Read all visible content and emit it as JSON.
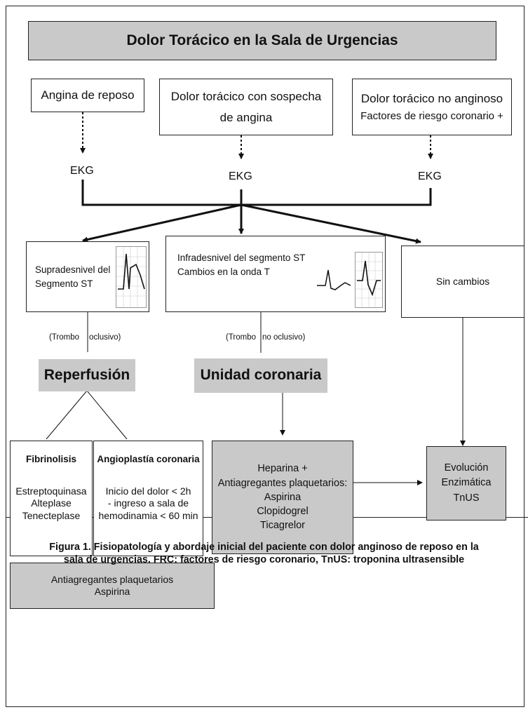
{
  "title": "Dolor Torácico en la Sala de Urgencias",
  "presentations": {
    "angina_reposo": "Angina de reposo",
    "sospecha_line1": "Dolor torácico con sospecha",
    "sospecha_line2": "de angina",
    "no_anginoso_line1": "Dolor torácico no anginoso",
    "no_anginoso_line2": "Factores de riesgo coronario +"
  },
  "ekg_label": "EKG",
  "findings": {
    "supra_line1": "Supradesnivel del",
    "supra_line2": "Segmento ST",
    "infra_line1": "Infradesnivel del segmento ST",
    "infra_line2": "Cambios en la onda T",
    "sin_cambios": "Sin cambios"
  },
  "thrombus": {
    "oclusivo_a": "(Trombo",
    "oclusivo_b": "oclusivo)",
    "no_oclusivo_a": "(Trombo",
    "no_oclusivo_b": "no oclusivo)"
  },
  "management": {
    "reperfusion": "Reperfusión",
    "unidad_coronaria": "Unidad coronaria"
  },
  "fibrinolisis": {
    "heading": "Fibrinolisis",
    "items": [
      "Estreptoquinasa",
      "Alteplase",
      "Tenecteplase"
    ]
  },
  "angioplastia": {
    "heading": "Angioplastía coronaria",
    "items": [
      "Inicio del dolor < 2h",
      "- ingreso a sala de",
      "hemodinamia < 60 min"
    ]
  },
  "antiagregantes_box": {
    "line1": "Antiagregantes plaquetarios",
    "line2": "Aspirina"
  },
  "heparina_box": {
    "items": [
      "Heparina +",
      "Antiagregantes plaquetarios:",
      "Aspirina",
      "Clopidogrel",
      "Ticagrelor"
    ]
  },
  "evolucion_box": {
    "items": [
      "Evolución",
      "Enzimática",
      "TnUS"
    ]
  },
  "caption": {
    "line1": "Figura 1. Fisiopatología y abordaje inicial del paciente con dolor anginoso de reposo en la",
    "line2": "sala de urgencias. FRC: factores de riesgo coronario, TnUS: troponina ultrasensible"
  }
}
